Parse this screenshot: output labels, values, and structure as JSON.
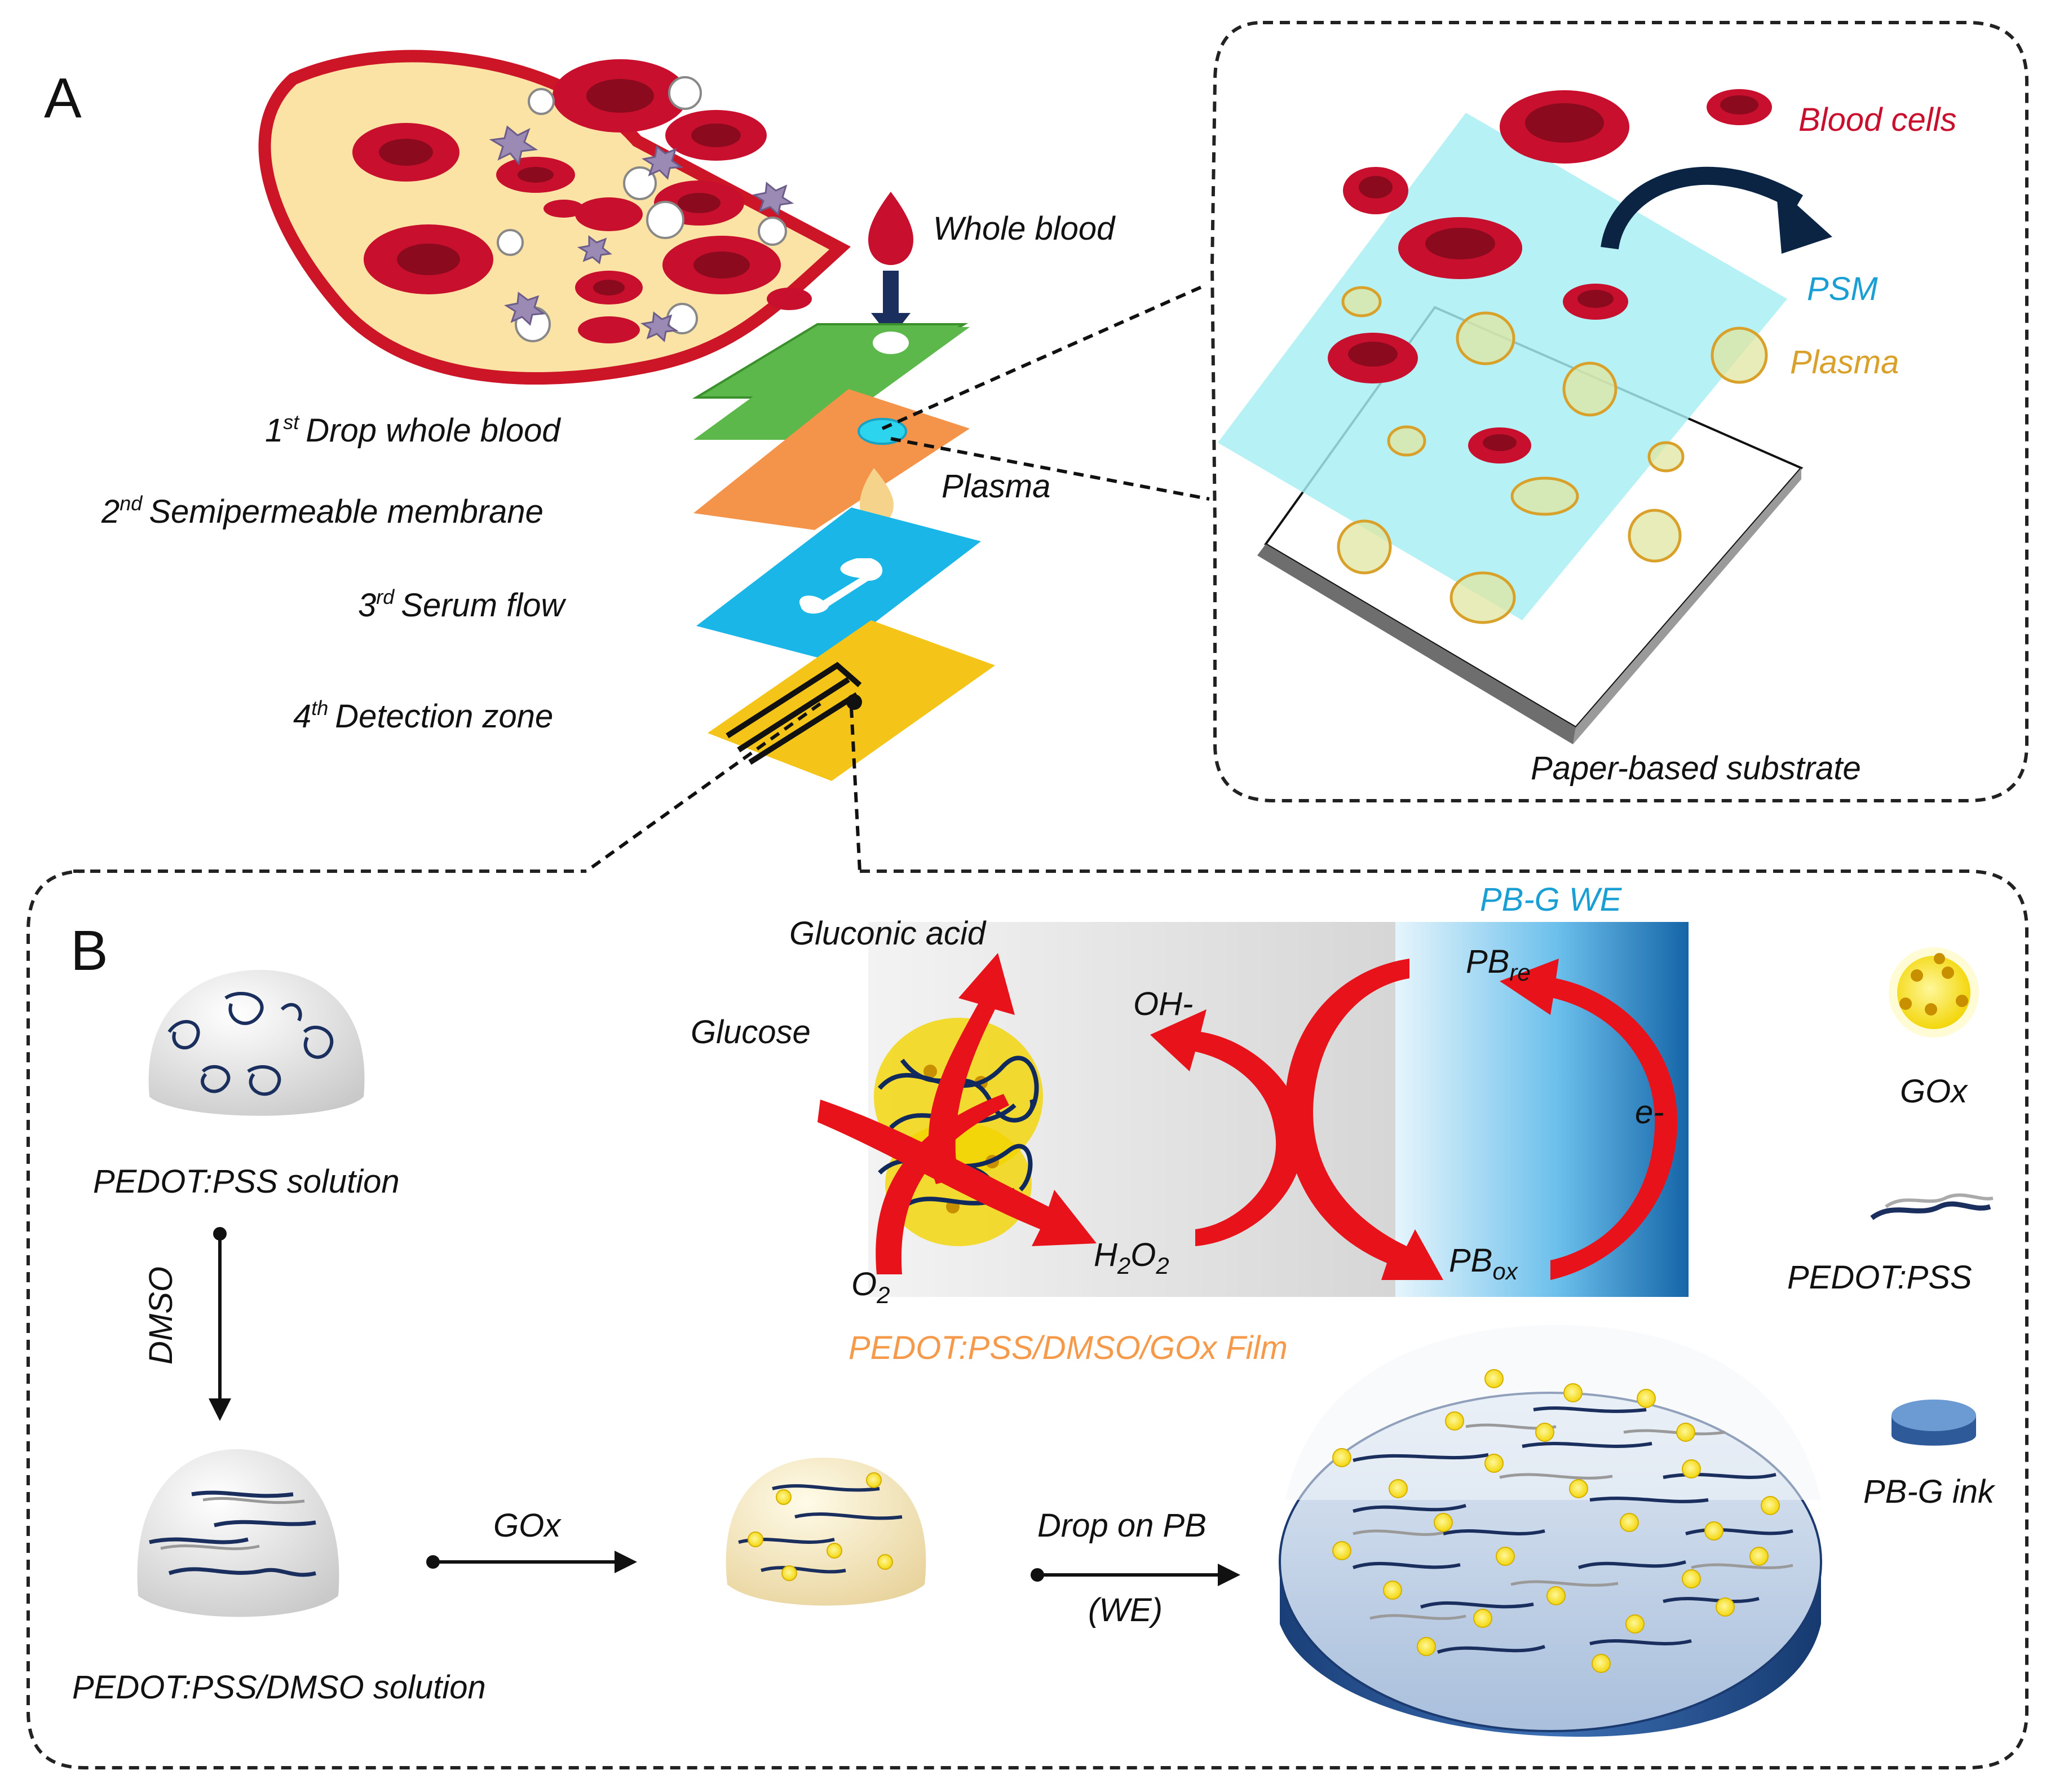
{
  "panel_a": {
    "letter": "A",
    "layers": [
      {
        "ordinal": "1",
        "suffix": "st",
        "text": "Drop whole blood"
      },
      {
        "ordinal": "2",
        "suffix": "nd",
        "text": "Semipermeable membrane"
      },
      {
        "ordinal": "3",
        "suffix": "rd",
        "text": "Serum flow"
      },
      {
        "ordinal": "4",
        "suffix": "th",
        "text": "Detection zone"
      }
    ],
    "whole_blood": "Whole blood",
    "plasma_drop": "Plasma",
    "inset": {
      "blood_cells": "Blood cells",
      "psm": "PSM",
      "plasma": "Plasma",
      "substrate": "Paper-based substrate"
    }
  },
  "panel_b": {
    "letter": "B",
    "pedot_solution": "PEDOT:PSS solution",
    "dmso": "DMSO",
    "pedot_dmso_solution": "PEDOT:PSS/DMSO solution",
    "gox_step": "GOx",
    "drop_on_pb": "Drop on PB",
    "we": "(WE)",
    "reaction": {
      "gluconic_acid": "Gluconic acid",
      "glucose": "Glucose",
      "o2_main": "O",
      "o2_sub": "2",
      "h2o2_a": "H",
      "h2o2_sub1": "2",
      "h2o2_b": "O",
      "h2o2_sub2": "2",
      "oh": "OH-",
      "pb_re_main": "PB",
      "pb_re_sub": "re",
      "pb_ox_main": "PB",
      "pb_ox_sub": "ox",
      "electron": "e-",
      "electrode": "PB-G WE",
      "film": "PEDOT:PSS/DMSO/GOx Film"
    },
    "legend": {
      "gox": "GOx",
      "pedot": "PEDOT:PSS",
      "pbg": "PB-G ink"
    }
  },
  "colors": {
    "blood_red": "#c8102e",
    "plasma_yellow": "#e8b04a",
    "psm_cyan": "#a6eef4",
    "electrode_blue": "#1e78b8",
    "layer_green": "#5cb84a",
    "layer_orange": "#f4944a",
    "layer_blue": "#1ab6e8",
    "layer_yellow": "#f4c418",
    "arrow_red": "#e8121a",
    "film_orange": "#f49a4a",
    "navy": "#0c2a52"
  }
}
